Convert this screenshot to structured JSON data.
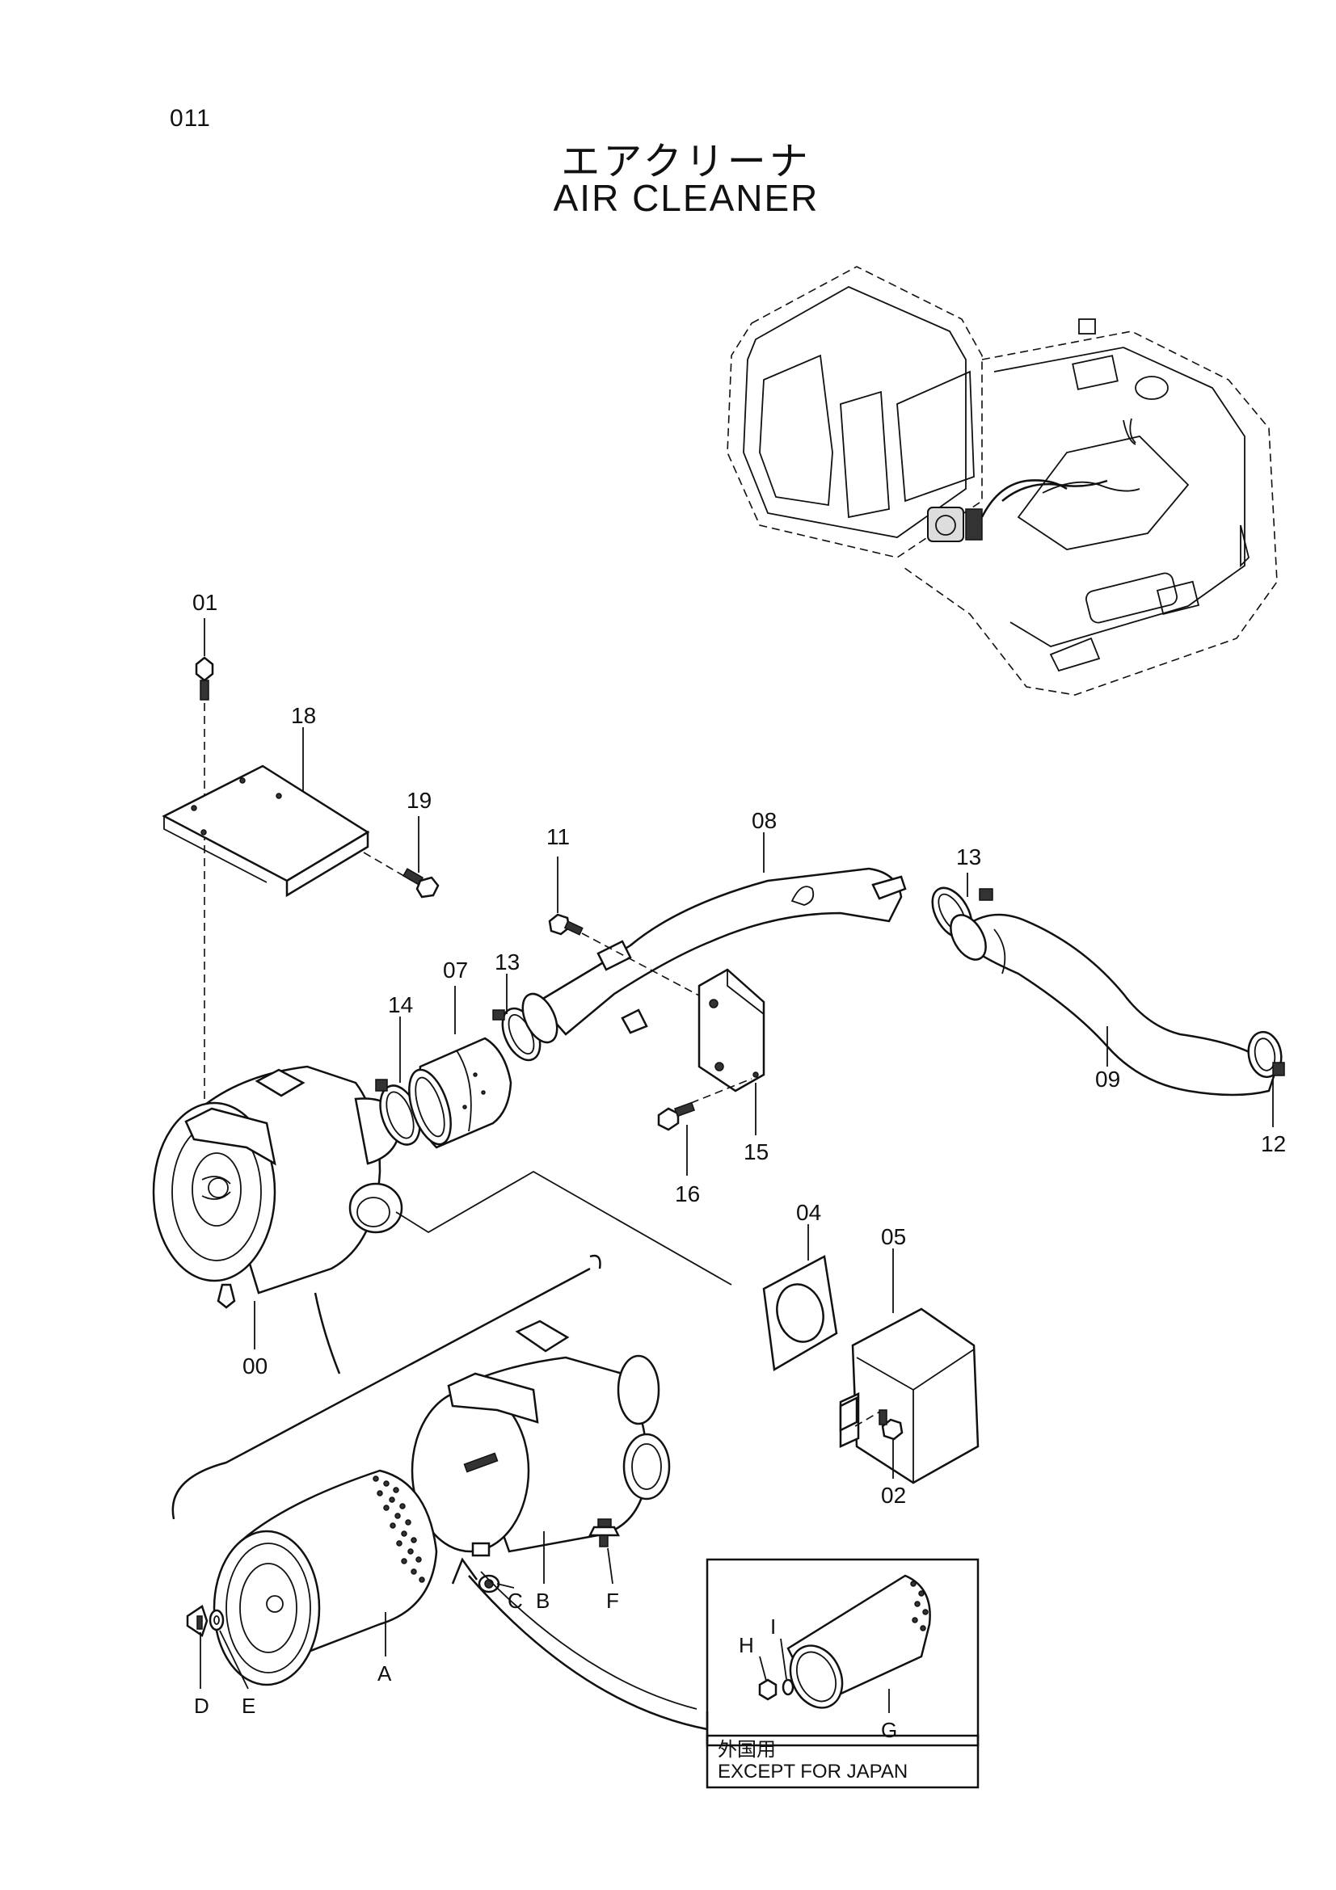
{
  "page_number": "011",
  "title_ja": "エアクリーナ",
  "title_en": "AIR  CLEANER",
  "part_labels": {
    "p00": "00",
    "p01": "01",
    "p02": "02",
    "p04": "04",
    "p05": "05",
    "p07": "07",
    "p08": "08",
    "p09": "09",
    "p11": "11",
    "p12": "12",
    "p13a": "13",
    "p13b": "13",
    "p14": "14",
    "p15": "15",
    "p16": "16",
    "p18": "18",
    "p19": "19"
  },
  "component_labels": {
    "A": "A",
    "B": "B",
    "C": "C",
    "D": "D",
    "E": "E",
    "F": "F",
    "G": "G",
    "H": "H",
    "I": "I"
  },
  "inset_note": {
    "line_ja": "外国用",
    "line_en": "EXCEPT  FOR  JAPAN"
  }
}
